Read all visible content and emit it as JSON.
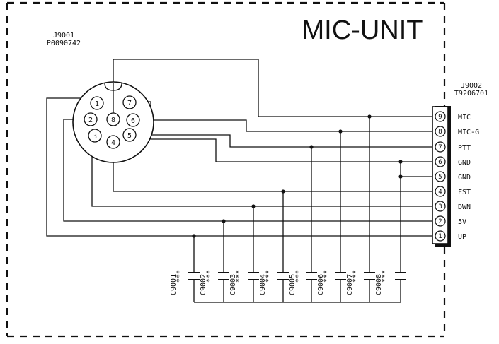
{
  "title": "MIC-UNIT",
  "j9001": {
    "ref": "J9001",
    "part": "P0090742"
  },
  "j9002": {
    "ref": "J9002",
    "part": "T9206701"
  },
  "din_pins": [
    "1",
    "2",
    "3",
    "4",
    "5",
    "6",
    "7",
    "8"
  ],
  "connector_pins": [
    {
      "num": "9",
      "label": "MIC"
    },
    {
      "num": "8",
      "label": "MIC-G"
    },
    {
      "num": "7",
      "label": "PTT"
    },
    {
      "num": "6",
      "label": "GND"
    },
    {
      "num": "5",
      "label": "GND"
    },
    {
      "num": "4",
      "label": "FST"
    },
    {
      "num": "3",
      "label": "DWN"
    },
    {
      "num": "2",
      "label": "5V"
    },
    {
      "num": "1",
      "label": "UP"
    }
  ],
  "capacitors": [
    "C9001",
    "C9002",
    "C9003",
    "C9004",
    "C9005",
    "C9006",
    "C9007",
    "C9008"
  ],
  "capacitor_value": "***",
  "colors": {
    "ink": "#111111",
    "background": "#ffffff"
  }
}
